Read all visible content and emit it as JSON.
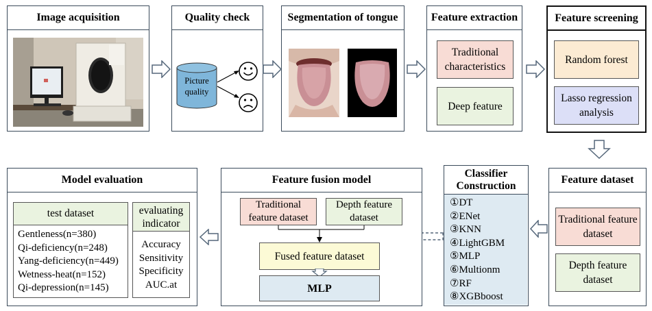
{
  "panels": {
    "image_acquisition": {
      "title": "Image acquisition"
    },
    "quality_check": {
      "title": "Quality check",
      "cylinder_label": "Picture quality"
    },
    "segmentation": {
      "title": "Segmentation of tongue"
    },
    "feature_extraction": {
      "title": "Feature extraction",
      "box1": "Traditional characteristics",
      "box2": "Deep feature"
    },
    "feature_screening": {
      "title": "Feature screening",
      "box1": "Random forest",
      "box2": "Lasso regression analysis"
    },
    "feature_dataset": {
      "title": "Feature dataset",
      "box1": "Traditional feature dataset",
      "box2": "Depth feature dataset"
    },
    "classifier": {
      "title": "Classifier Construction",
      "items": [
        "①DT",
        "②ENet",
        "③KNN",
        "④LightGBM",
        "⑤MLP",
        "⑥Multionm",
        "⑦RF",
        "⑧XGBboost"
      ]
    },
    "fusion": {
      "title": "Feature fusion model",
      "box1": "Traditional feature dataset",
      "box2": "Depth feature dataset",
      "fused": "Fused feature dataset",
      "model": "MLP"
    },
    "evaluation": {
      "title": "Model evaluation",
      "test_header": "test dataset",
      "test_items": [
        "Gentleness(n=380)",
        "Qi-deficiency(n=248)",
        "Yang-deficiency(n=449)",
        "Wetness-heat(n=152)",
        "Qi-depression(n=145)"
      ],
      "indicator_header": "evaluating indicator",
      "indicators": [
        "Accuracy",
        "Sensitivity",
        "Specificity",
        "AUC.at"
      ]
    }
  },
  "icons": {
    "happy": "smiley-face-icon",
    "sad": "sad-face-icon"
  },
  "colors": {
    "pink": "#f8dcd5",
    "green": "#eaf3e0",
    "orange": "#fcebd3",
    "lavender": "#dcdff7",
    "yellow": "#fcfad6",
    "lightblue": "#deeaf2",
    "cylinder": "#7fb6da"
  }
}
